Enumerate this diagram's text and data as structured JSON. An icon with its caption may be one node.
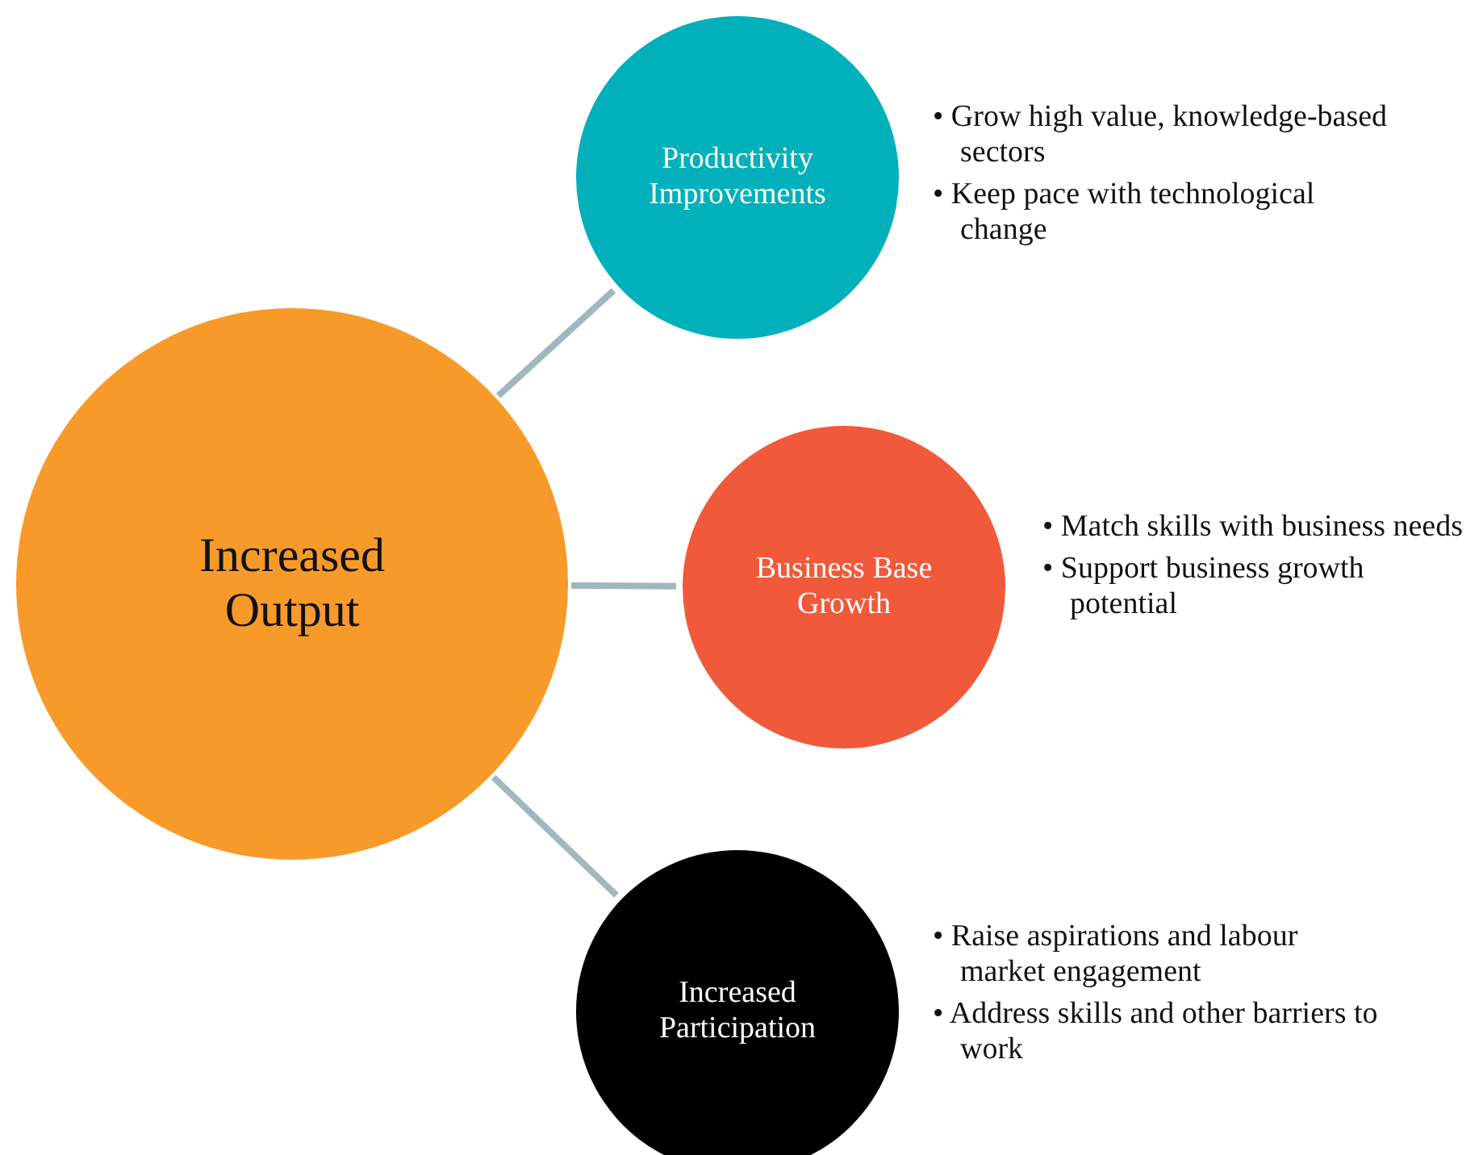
{
  "diagram": {
    "nodes": [
      {
        "text": [
          "Increased Output"
        ]
      },
      {
        "text": [
          "Productivity Improvements"
        ],
        "beside": [
          "• Grow high value, knowledge-based sectors",
          "• Keep pace with technological change"
        ]
      },
      {
        "text": [
          "Business Base Growth"
        ],
        "beside": [
          "• Match skills with business needs",
          "• Support business growth potential"
        ]
      },
      {
        "text": [
          "Increased Participation"
        ],
        "beside": [
          "• Raise aspirations and labour market engagement",
          "• Address skills and other barriers to work"
        ]
      }
    ],
    "edges": [
      {
        "from": 0,
        "to": 1,
        "arrow": "none"
      },
      {
        "from": 0,
        "to": 2,
        "arrow": "none"
      },
      {
        "from": 0,
        "to": 3,
        "arrow": "none"
      }
    ]
  }
}
